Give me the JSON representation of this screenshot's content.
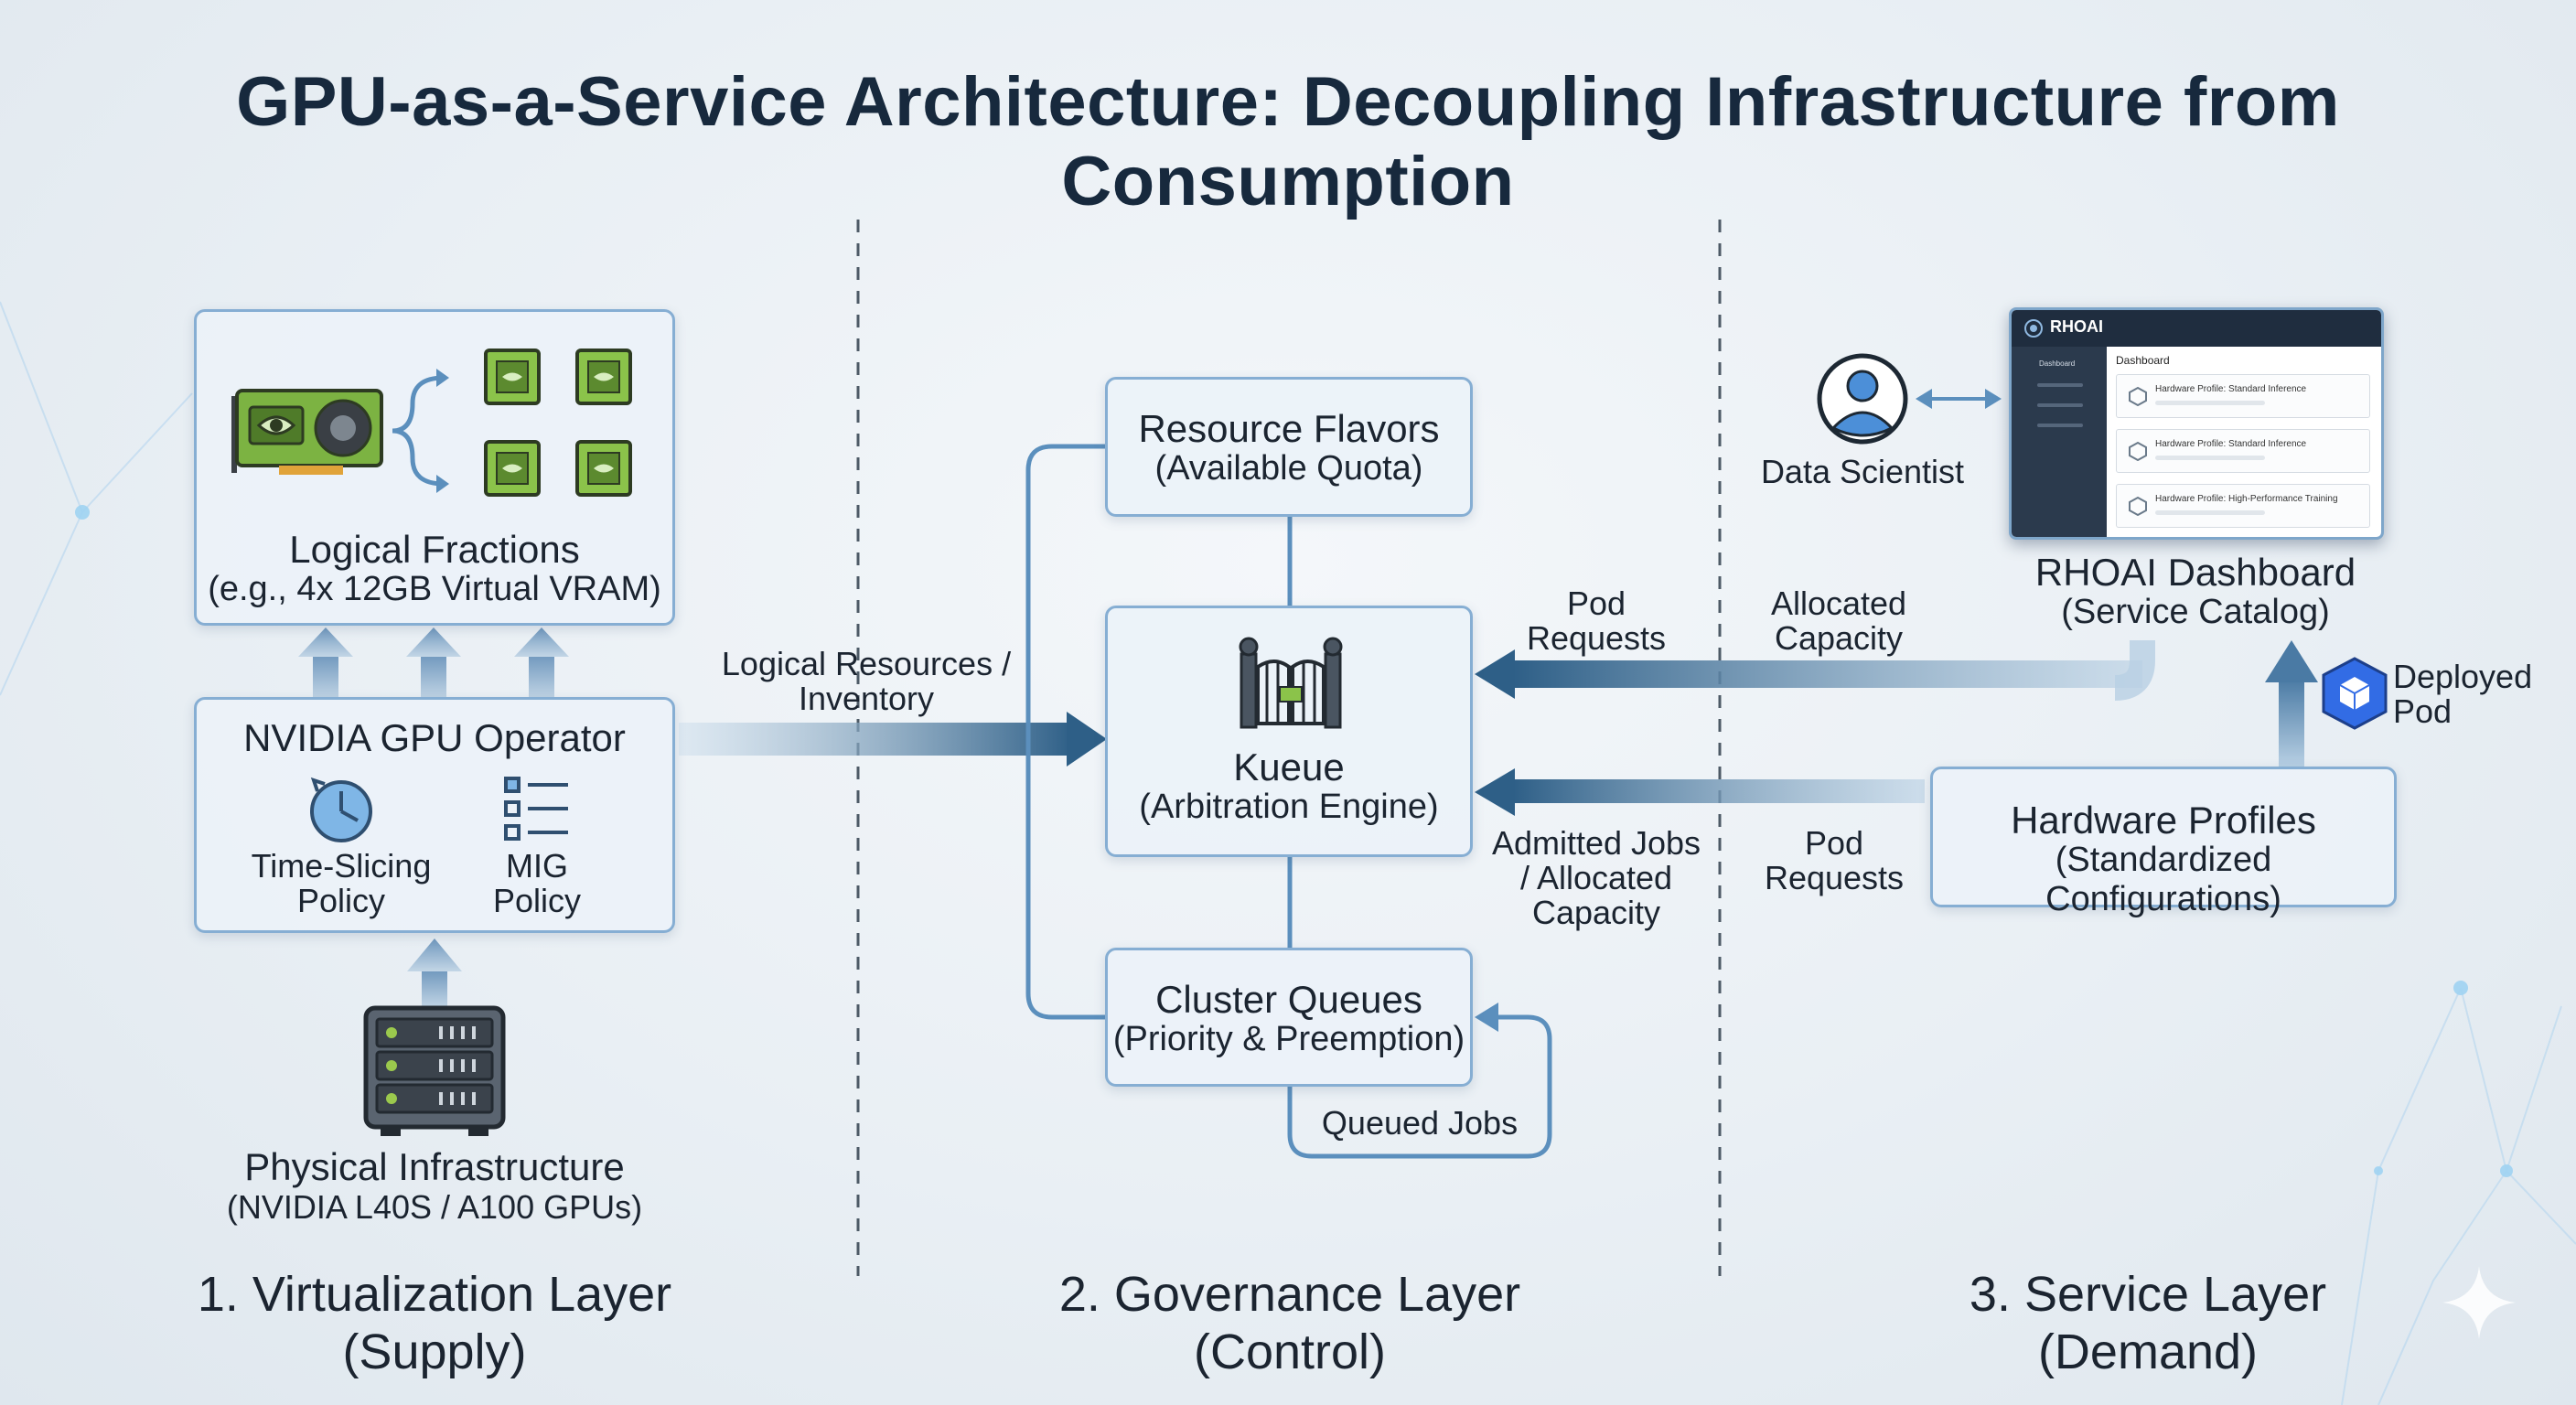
{
  "title": "GPU-as-a-Service Architecture: Decoupling Infrastructure from Consumption",
  "layers": [
    {
      "name": "1. Virtualization Layer",
      "sub": "(Supply)"
    },
    {
      "name": "2. Governance Layer",
      "sub": "(Control)"
    },
    {
      "name": "3. Service Layer",
      "sub": "(Demand)"
    }
  ],
  "virtualization": {
    "logical_fractions": {
      "title": "Logical Fractions",
      "sub": "(e.g., 4x 12GB Virtual VRAM)"
    },
    "gpu_operator": {
      "title": "NVIDIA GPU Operator",
      "time_slicing": [
        "Time-Slicing",
        "Policy"
      ],
      "mig": [
        "MIG",
        "Policy"
      ]
    },
    "physical": {
      "title": "Physical Infrastructure",
      "sub": "(NVIDIA L40S / A100 GPUs)"
    }
  },
  "flow_labels": {
    "logical_resources": [
      "Logical Resources /",
      "Inventory"
    ],
    "pod_requests_top": [
      "Pod",
      "Requests"
    ],
    "allocated_capacity": [
      "Allocated",
      "Capacity"
    ],
    "admitted_jobs": [
      "Admitted Jobs",
      "/ Allocated",
      "Capacity"
    ],
    "pod_requests_bottom": [
      "Pod",
      "Requests"
    ],
    "queued_jobs": "Queued Jobs",
    "deployed_pod": [
      "Deployed",
      "Pod"
    ]
  },
  "governance": {
    "resource_flavors": {
      "title": "Resource Flavors",
      "sub": "(Available Quota)"
    },
    "kueue": {
      "title": "Kueue",
      "sub": "(Arbitration Engine)"
    },
    "cluster_queues": {
      "title": "Cluster Queues",
      "sub": "(Priority & Preemption)"
    }
  },
  "service": {
    "data_scientist": "Data Scientist",
    "dashboard": {
      "title": "RHOAI Dashboard",
      "sub": "(Service Catalog)"
    },
    "hardware_profiles": {
      "title": "Hardware Profiles",
      "sub": "(Standardized Configurations)"
    },
    "mini_dashboard": {
      "brand": "RHOAI",
      "side_item": "Dashboard",
      "heading": "Dashboard",
      "cards": [
        "Hardware Profile: Standard Inference",
        "Hardware Profile: Standard Inference",
        "Hardware Profile: High-Performance Training"
      ]
    }
  },
  "colors": {
    "arrow_dark": "#2e5f87",
    "arrow_light": "#a9c6de",
    "box_border": "#86aed3",
    "gpu_green": "#7cb342",
    "connector": "#5b8fbd"
  }
}
